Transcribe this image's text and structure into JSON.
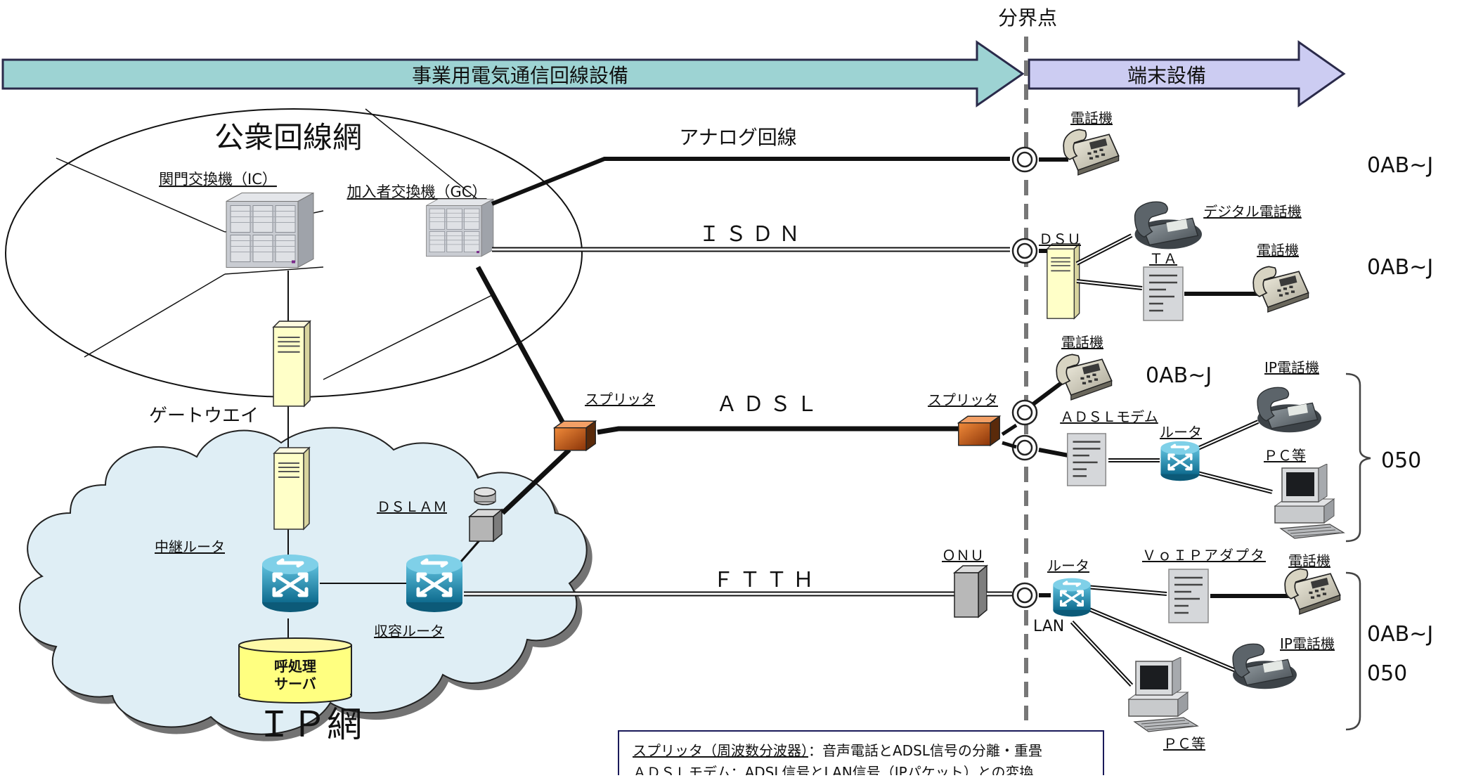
{
  "boundary": {
    "label": "分界点"
  },
  "arrows": {
    "carrier": "事業用電気通信回線設備",
    "terminal": "端末設備"
  },
  "public_network": {
    "title": "公衆回線網",
    "ic_label": "関門交換機（IC）",
    "gc_label": "加入者交換機（GC）"
  },
  "gateway": {
    "label": "ゲートウエイ"
  },
  "ip_network": {
    "title": "ＩＰ網",
    "relay_router": "中継ルータ",
    "edge_router": "収容ルータ",
    "dslam": "ＤＳＬＡＭ",
    "call_server": "呼処理\nサーバ"
  },
  "lines": {
    "analog": "アナログ回線",
    "isdn": "ＩＳＤＮ",
    "adsl": "ＡＤＳＬ",
    "ftth": "ＦＴＴＨ"
  },
  "devices": {
    "phone_analog": "電話機",
    "digital_phone": "デジタル電話機",
    "dsu": "ＤＳＵ",
    "ta": "ＴＡ",
    "phone_isdn": "電話機",
    "phone_adsl": "電話機",
    "splitter_net": "スプリッタ",
    "splitter_home": "スプリッタ",
    "adsl_modem": "ＡＤＳＬモデム",
    "router_adsl": "ルータ",
    "ip_phone_adsl": "IP電話機",
    "pc_adsl": "ＰＣ等",
    "onu": "ＯＮＵ",
    "router_ftth": "ルータ",
    "lan": "LAN",
    "voip_adapter": "ＶｏＩＰアダプタ",
    "phone_ftth": "電話機",
    "ip_phone_ftth": "IP電話機",
    "pc_ftth": "ＰＣ等"
  },
  "numbers": {
    "analog": "0AB~J",
    "isdn": "0AB~J",
    "adsl_phone": "0AB~J",
    "adsl_ip": "050",
    "ftth_a": "0AB~J",
    "ftth_b": "050"
  },
  "notes": {
    "line1_term": "スプリッタ（周波数分波器）",
    "line1_desc": "：音声電話とADSL信号の分離・重畳",
    "line2": "ＡＤＳＬモデム：ADSL信号とLAN信号（IPパケット）との変換"
  },
  "colors": {
    "carrier_arrow": "#9dd3d3",
    "terminal_arrow": "#ccccf2",
    "router": "#1e8fb5",
    "splitter": "#d35a18",
    "server": "#ffffc8",
    "call_server": "#ffff80",
    "cloud": "#dfeef5"
  }
}
